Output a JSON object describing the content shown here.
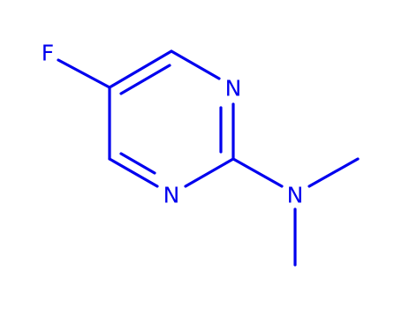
{
  "structure_color": "#0000ee",
  "background_color": "#ffffff",
  "atoms": [
    {
      "id": "F",
      "element": "F"
    },
    {
      "id": "N1",
      "element": "N"
    },
    {
      "id": "N3",
      "element": "N"
    },
    {
      "id": "N7",
      "element": "N"
    }
  ]
}
